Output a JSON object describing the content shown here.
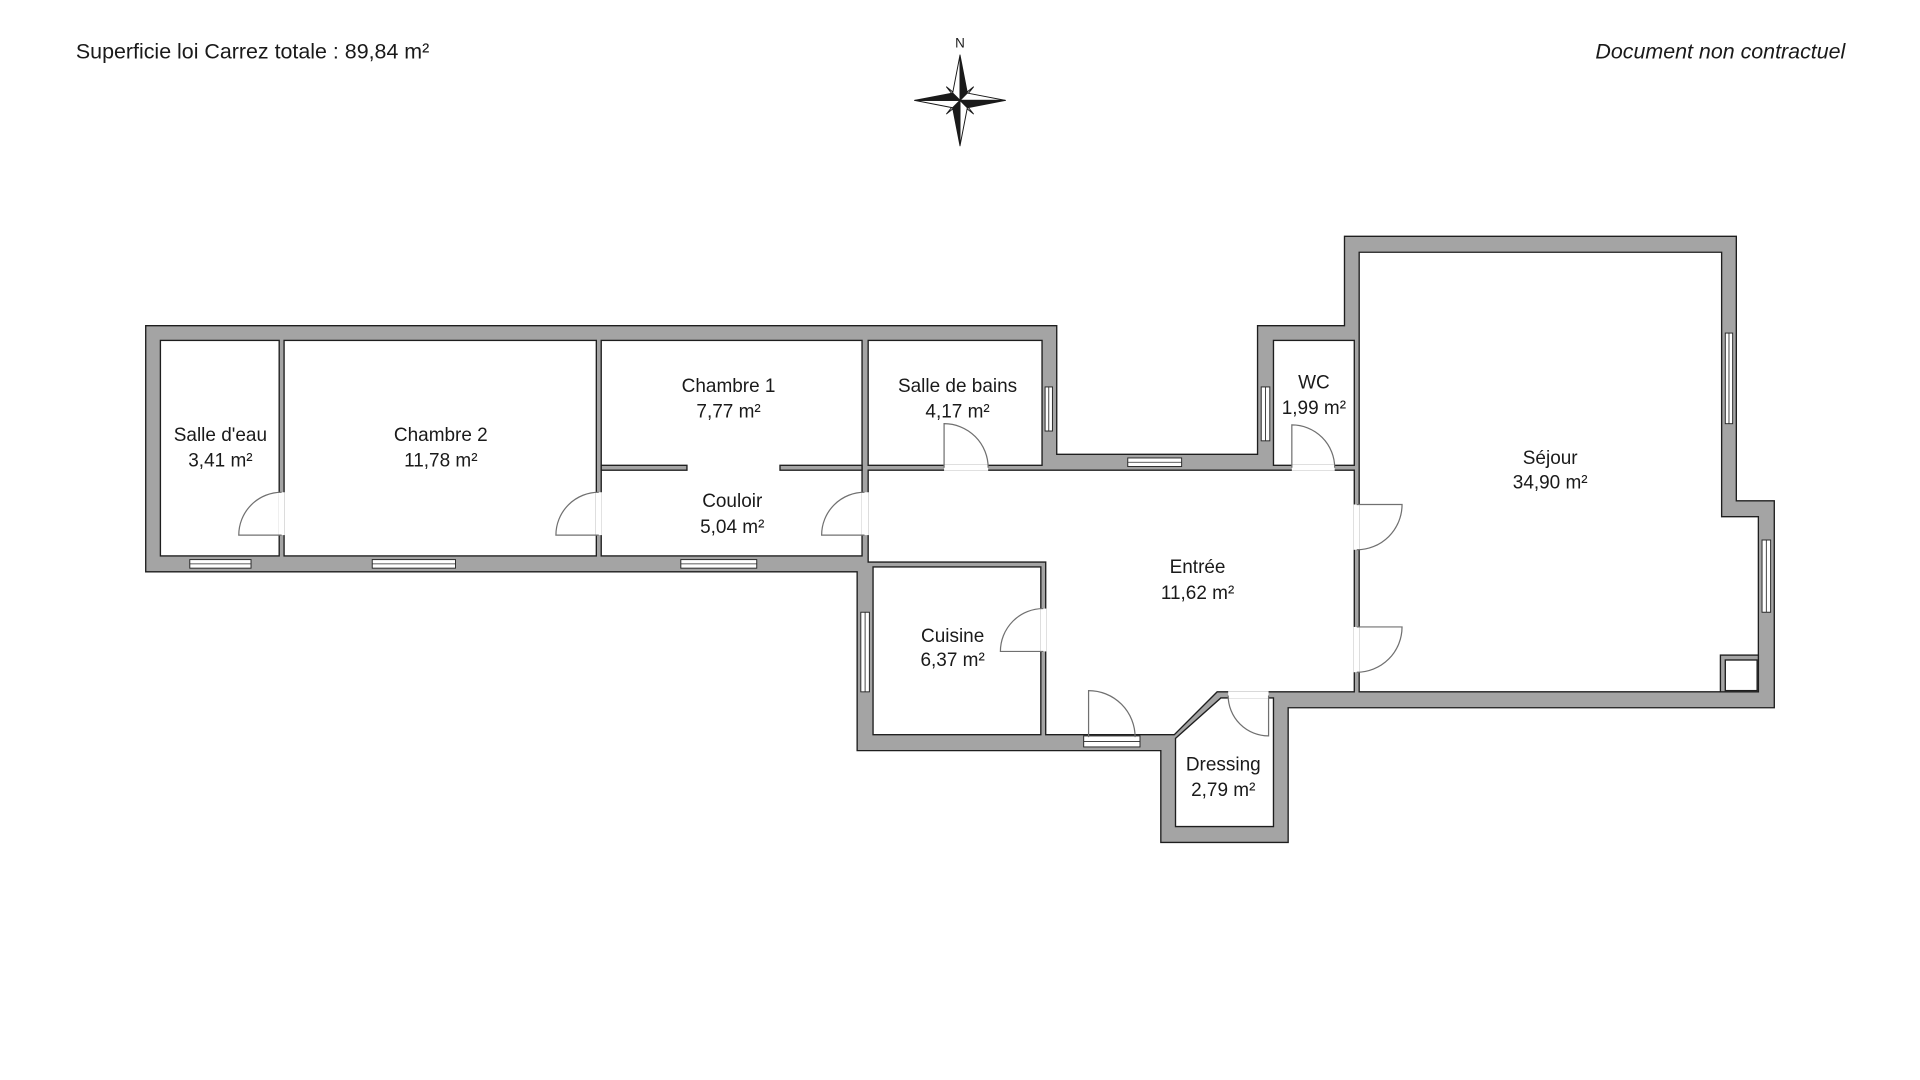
{
  "header": {
    "total_area": "Superficie loi Carrez totale : 89,84 m²",
    "disclaimer": "Document non contractuel"
  },
  "compass": {
    "icon": "compass-rose-icon",
    "north_label": "N"
  },
  "rooms": [
    {
      "name": "Salle d'eau",
      "area": "3,41 m²"
    },
    {
      "name": "Chambre 2",
      "area": "11,78 m²"
    },
    {
      "name": "Chambre 1",
      "area": "7,77 m²"
    },
    {
      "name": "Salle de bains",
      "area": "4,17 m²"
    },
    {
      "name": "WC",
      "area": "1,99 m²"
    },
    {
      "name": "Séjour",
      "area": "34,90 m²"
    },
    {
      "name": "Couloir",
      "area": "5,04 m²"
    },
    {
      "name": "Entrée",
      "area": "11,62 m²"
    },
    {
      "name": "Cuisine",
      "area": "6,37 m²"
    },
    {
      "name": "Dressing",
      "area": "2,79 m²"
    }
  ],
  "colors": {
    "wall": "#a4a4a4",
    "outline": "#1e1e1e",
    "door_line": "#707070",
    "background": "#ffffff"
  }
}
